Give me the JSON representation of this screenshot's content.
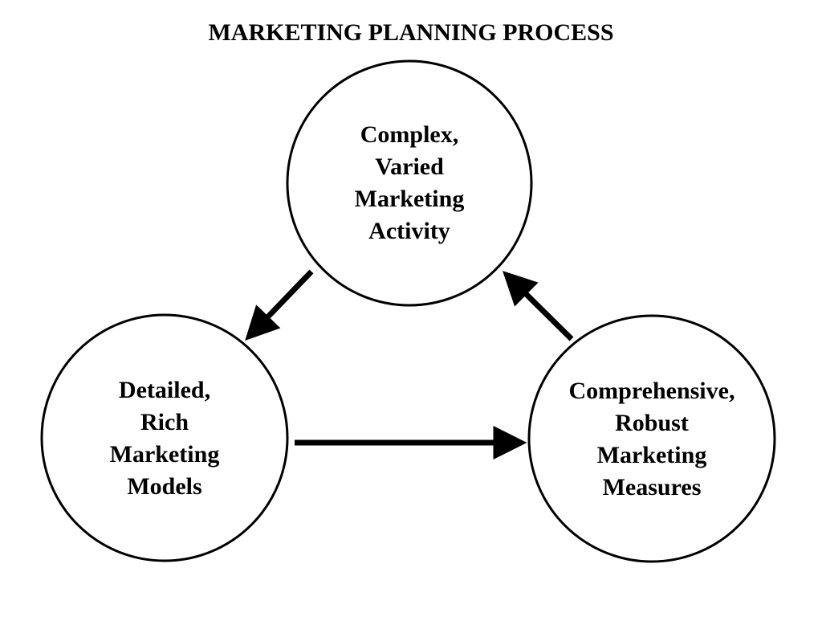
{
  "title": "MARKETING PLANNING PROCESS",
  "nodes": [
    {
      "lines": [
        "Complex,",
        "Varied",
        "Marketing",
        "Activity"
      ]
    },
    {
      "lines": [
        "Detailed,",
        "Rich",
        "Marketing",
        "Models"
      ]
    },
    {
      "lines": [
        "Comprehensive,",
        "Robust",
        "Marketing",
        "Measures"
      ]
    }
  ],
  "edges": [
    {
      "from": "Complex, Varied Marketing Activity",
      "to": "Detailed, Rich Marketing Models"
    },
    {
      "from": "Detailed, Rich Marketing Models",
      "to": "Comprehensive, Robust Marketing Measures"
    },
    {
      "from": "Comprehensive, Robust Marketing Measures",
      "to": "Complex, Varied Marketing Activity"
    }
  ],
  "colors": {
    "stroke": "#000000",
    "background": "#ffffff"
  }
}
